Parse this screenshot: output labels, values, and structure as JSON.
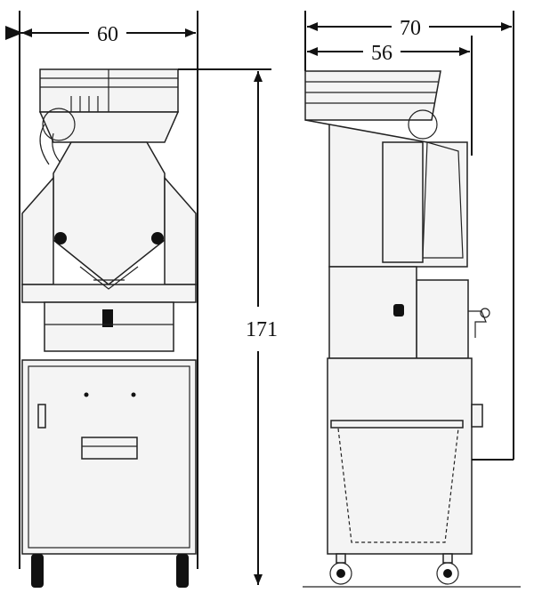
{
  "dimensions": {
    "front_width": "60",
    "side_depth_total": "70",
    "side_depth_body": "56",
    "height": "171"
  },
  "unit_note_color": "#111111"
}
